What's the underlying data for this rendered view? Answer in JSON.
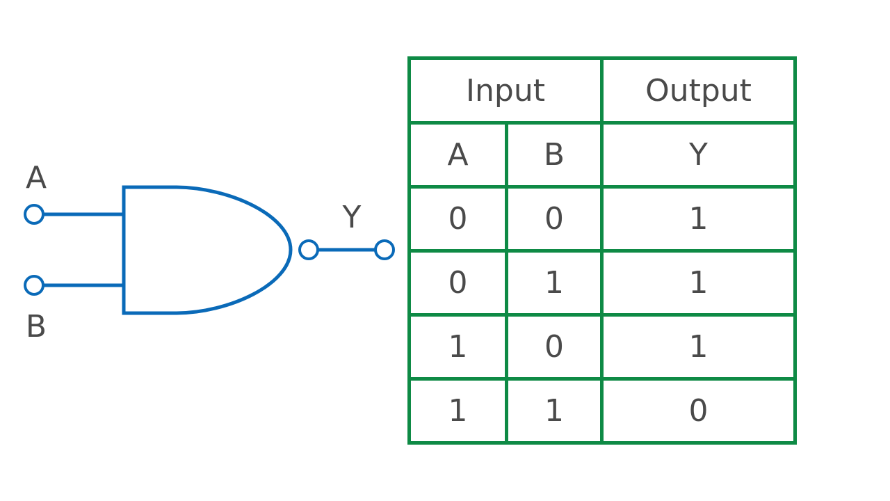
{
  "diagram": {
    "gate_type": "NAND",
    "input_a_label": "A",
    "input_b_label": "B",
    "output_label": "Y",
    "gate_color": "#0a6ab8",
    "table_border_color": "#0e8a45",
    "text_color": "#4a4a4a"
  },
  "truth_table": {
    "header_input": "Input",
    "header_output": "Output",
    "col_a": "A",
    "col_b": "B",
    "col_y": "Y",
    "rows": [
      {
        "a": "0",
        "b": "0",
        "y": "1"
      },
      {
        "a": "0",
        "b": "1",
        "y": "1"
      },
      {
        "a": "1",
        "b": "0",
        "y": "1"
      },
      {
        "a": "1",
        "b": "1",
        "y": "0"
      }
    ]
  }
}
